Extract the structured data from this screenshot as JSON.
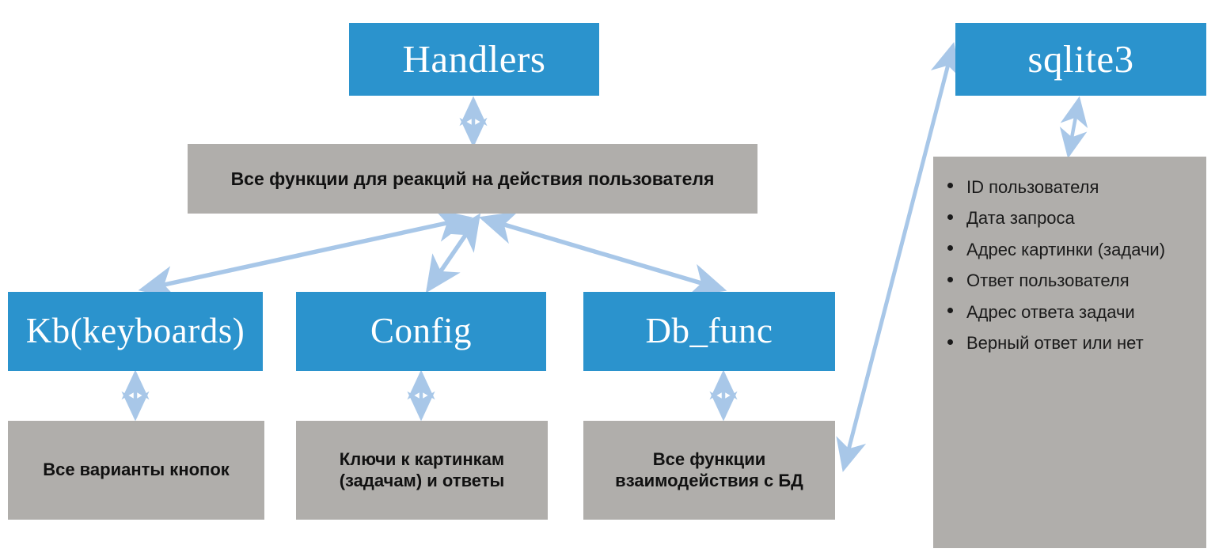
{
  "diagram": {
    "title_node": {
      "label": "Handlers"
    },
    "nodes": [
      {
        "id": "handlers",
        "label": "Handlers",
        "kind": "module"
      },
      {
        "id": "handlers-desc",
        "label": "Все функции для реакций на действия  пользователя",
        "kind": "description"
      },
      {
        "id": "kb",
        "label": "Kb(keyboards)",
        "kind": "module"
      },
      {
        "id": "config",
        "label": "Config",
        "kind": "module"
      },
      {
        "id": "dbfunc",
        "label": "Db_func",
        "kind": "module"
      },
      {
        "id": "kb-desc",
        "label": "Все варианты кнопок",
        "kind": "description"
      },
      {
        "id": "config-desc",
        "label": "Ключи к картинкам (задачам) и ответы",
        "kind": "description"
      },
      {
        "id": "dbfunc-desc",
        "label": "Все функции взаимодействия с БД",
        "kind": "description"
      },
      {
        "id": "sqlite3",
        "label": "sqlite3",
        "kind": "module"
      }
    ],
    "config_desc_lines": {
      "line1": "Ключи к картинкам",
      "line2": "(задачам) и ответы"
    },
    "dbfunc_desc_lines": {
      "line1": "Все функции",
      "line2": "взаимодействия с БД"
    },
    "sqlite_fields": [
      "ID пользователя",
      "Дата запроса",
      "Адрес картинки (задачи)",
      "Ответ пользователя",
      "Адрес ответа задачи",
      "Верный ответ или нет"
    ],
    "connections": [
      {
        "from": "handlers",
        "to": "handlers-desc",
        "style": "double"
      },
      {
        "from": "handlers-desc",
        "to": "kb",
        "style": "double"
      },
      {
        "from": "handlers-desc",
        "to": "config",
        "style": "double"
      },
      {
        "from": "handlers-desc",
        "to": "dbfunc",
        "style": "double"
      },
      {
        "from": "kb",
        "to": "kb-desc",
        "style": "double"
      },
      {
        "from": "config",
        "to": "config-desc",
        "style": "double"
      },
      {
        "from": "dbfunc",
        "to": "dbfunc-desc",
        "style": "double"
      },
      {
        "from": "dbfunc-desc",
        "to": "sqlite3",
        "style": "double"
      },
      {
        "from": "sqlite3",
        "to": "sqlite-fields",
        "style": "double"
      }
    ],
    "colors": {
      "module_fill": "#2b93cd",
      "module_text": "#ffffff",
      "description_fill": "#b0aeab",
      "description_text": "#111111",
      "arrow": "#a8c7e8",
      "background": "#ffffff"
    }
  }
}
